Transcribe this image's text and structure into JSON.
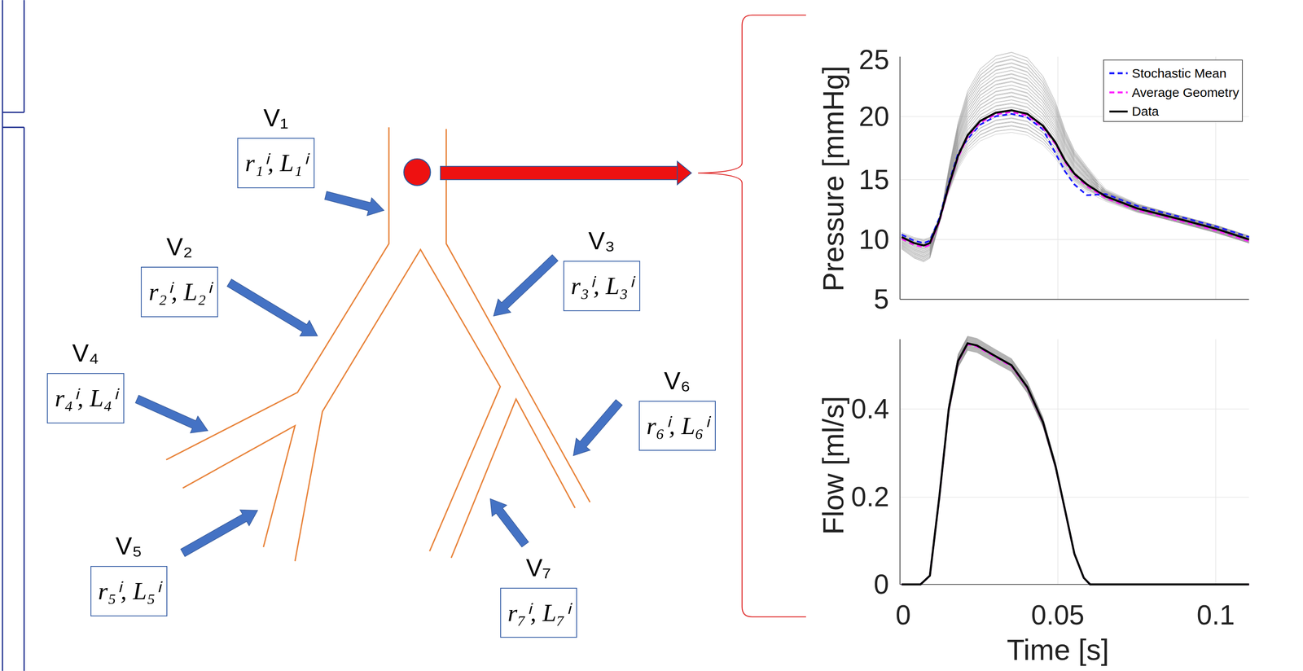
{
  "diagram": {
    "nodes": [
      {
        "text": [
          "V₁",
          "r₁ⁱ, L₁ⁱ"
        ]
      },
      {
        "text": [
          "V₂",
          "r₂ⁱ, L₂ⁱ"
        ]
      },
      {
        "text": [
          "V₃",
          "r₃ⁱ, L₃ⁱ"
        ]
      },
      {
        "text": [
          "V₄",
          "r₄ⁱ, L₄ⁱ"
        ]
      },
      {
        "text": [
          "V₅",
          "r₅ⁱ, L₅ⁱ"
        ]
      },
      {
        "text": [
          "V₆",
          "r₆ⁱ, L₆ⁱ"
        ]
      },
      {
        "text": [
          "V₇",
          "r₇ⁱ, L₇ⁱ"
        ]
      }
    ],
    "labels": [
      "25",
      "20",
      "15",
      "10",
      "5",
      "Pressure [mmHg]",
      "0.4",
      "0.2",
      "0",
      "Flow [ml/s]",
      "0",
      "0.05",
      "0.1",
      "Time [s]"
    ],
    "legend": [
      {
        "text": "Stochastic Mean"
      },
      {
        "text": "Average Geometry"
      },
      {
        "text": "Data"
      }
    ]
  }
}
